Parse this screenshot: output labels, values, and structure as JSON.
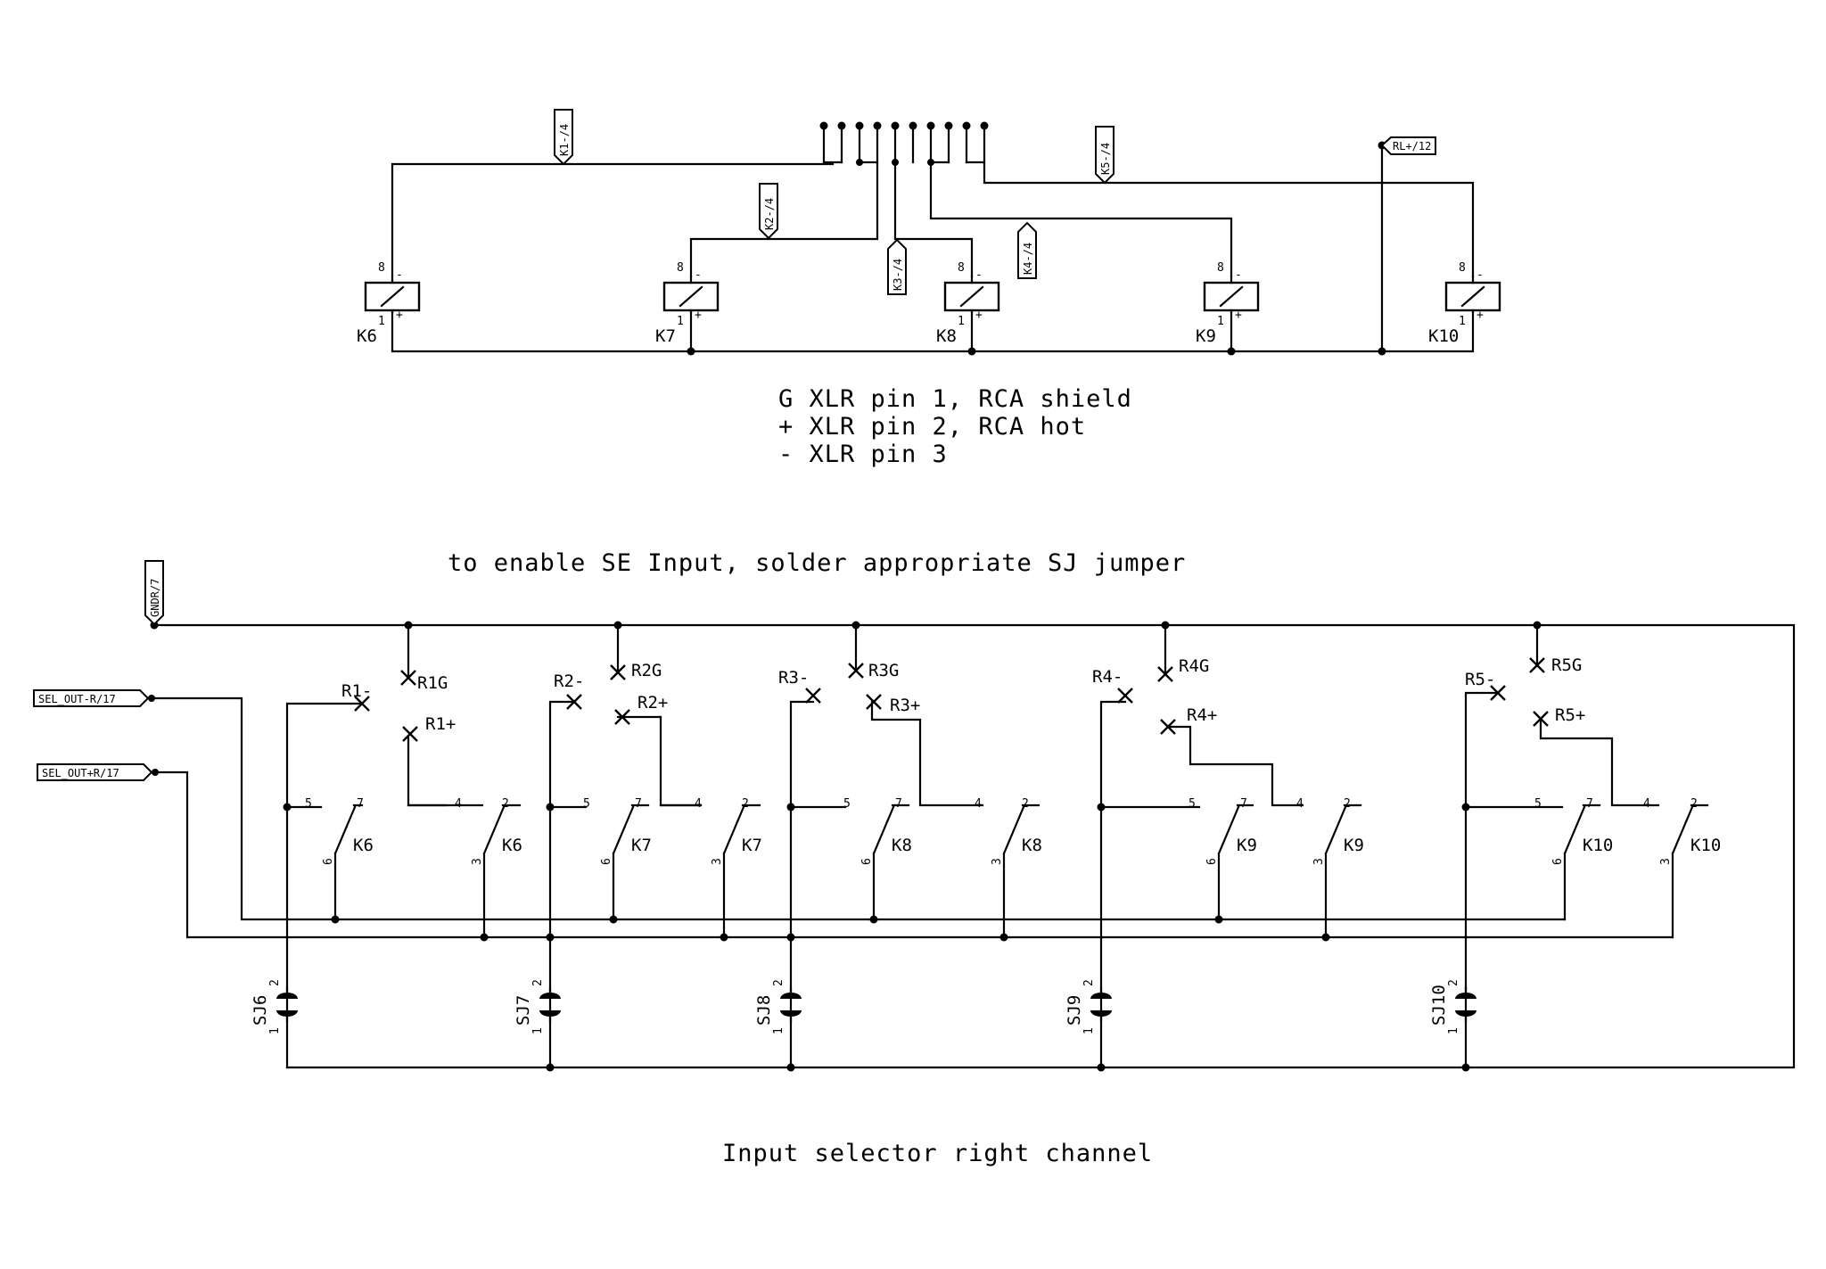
{
  "title": "Input selector right channel",
  "legend": [
    "G XLR pin 1, RCA shield",
    "+ XLR pin 2, RCA hot",
    "- XLR pin 3"
  ],
  "se_note": "to enable SE Input, solder appropriate SJ jumper",
  "nets": {
    "k1": "K1-/4",
    "k2": "K2-/4",
    "k3": "K3-/4",
    "k4": "K4-/4",
    "k5": "K5-/4",
    "rl": "RL+/12",
    "gndr": "GNDR/7",
    "sel_minus": "SEL_OUT-R/17",
    "sel_plus": "SEL_OUT+R/17"
  },
  "relays": [
    {
      "name": "K6",
      "pin_top": "8",
      "pin_bottom": "1",
      "mark_top": "-",
      "mark_bottom": "+"
    },
    {
      "name": "K7",
      "pin_top": "8",
      "pin_bottom": "1",
      "mark_top": "-",
      "mark_bottom": "+"
    },
    {
      "name": "K8",
      "pin_top": "8",
      "pin_bottom": "1",
      "mark_top": "-",
      "mark_bottom": "+"
    },
    {
      "name": "K9",
      "pin_top": "8",
      "pin_bottom": "1",
      "mark_top": "-",
      "mark_bottom": "+"
    },
    {
      "name": "K10",
      "pin_top": "8",
      "pin_bottom": "1",
      "mark_top": "-",
      "mark_bottom": "+"
    }
  ],
  "inputs": [
    {
      "minus": "R1-",
      "plus": "R1+",
      "ground": "R1G"
    },
    {
      "minus": "R2-",
      "plus": "R2+",
      "ground": "R2G"
    },
    {
      "minus": "R3-",
      "plus": "R3+",
      "ground": "R3G"
    },
    {
      "minus": "R4-",
      "plus": "R4+",
      "ground": "R4G"
    },
    {
      "minus": "R5-",
      "plus": "R5+",
      "ground": "R5G"
    }
  ],
  "contacts": {
    "a_left": "5",
    "a_top": "7",
    "a_bottom": "6",
    "b_left": "4",
    "b_top": "2",
    "b_bottom": "3"
  },
  "jumpers": [
    {
      "name": "SJ6",
      "pin_top": "2",
      "pin_bottom": "1"
    },
    {
      "name": "SJ7",
      "pin_top": "2",
      "pin_bottom": "1"
    },
    {
      "name": "SJ8",
      "pin_top": "2",
      "pin_bottom": "1"
    },
    {
      "name": "SJ9",
      "pin_top": "2",
      "pin_bottom": "1"
    },
    {
      "name": "SJ10",
      "pin_top": "2",
      "pin_bottom": "1"
    }
  ]
}
